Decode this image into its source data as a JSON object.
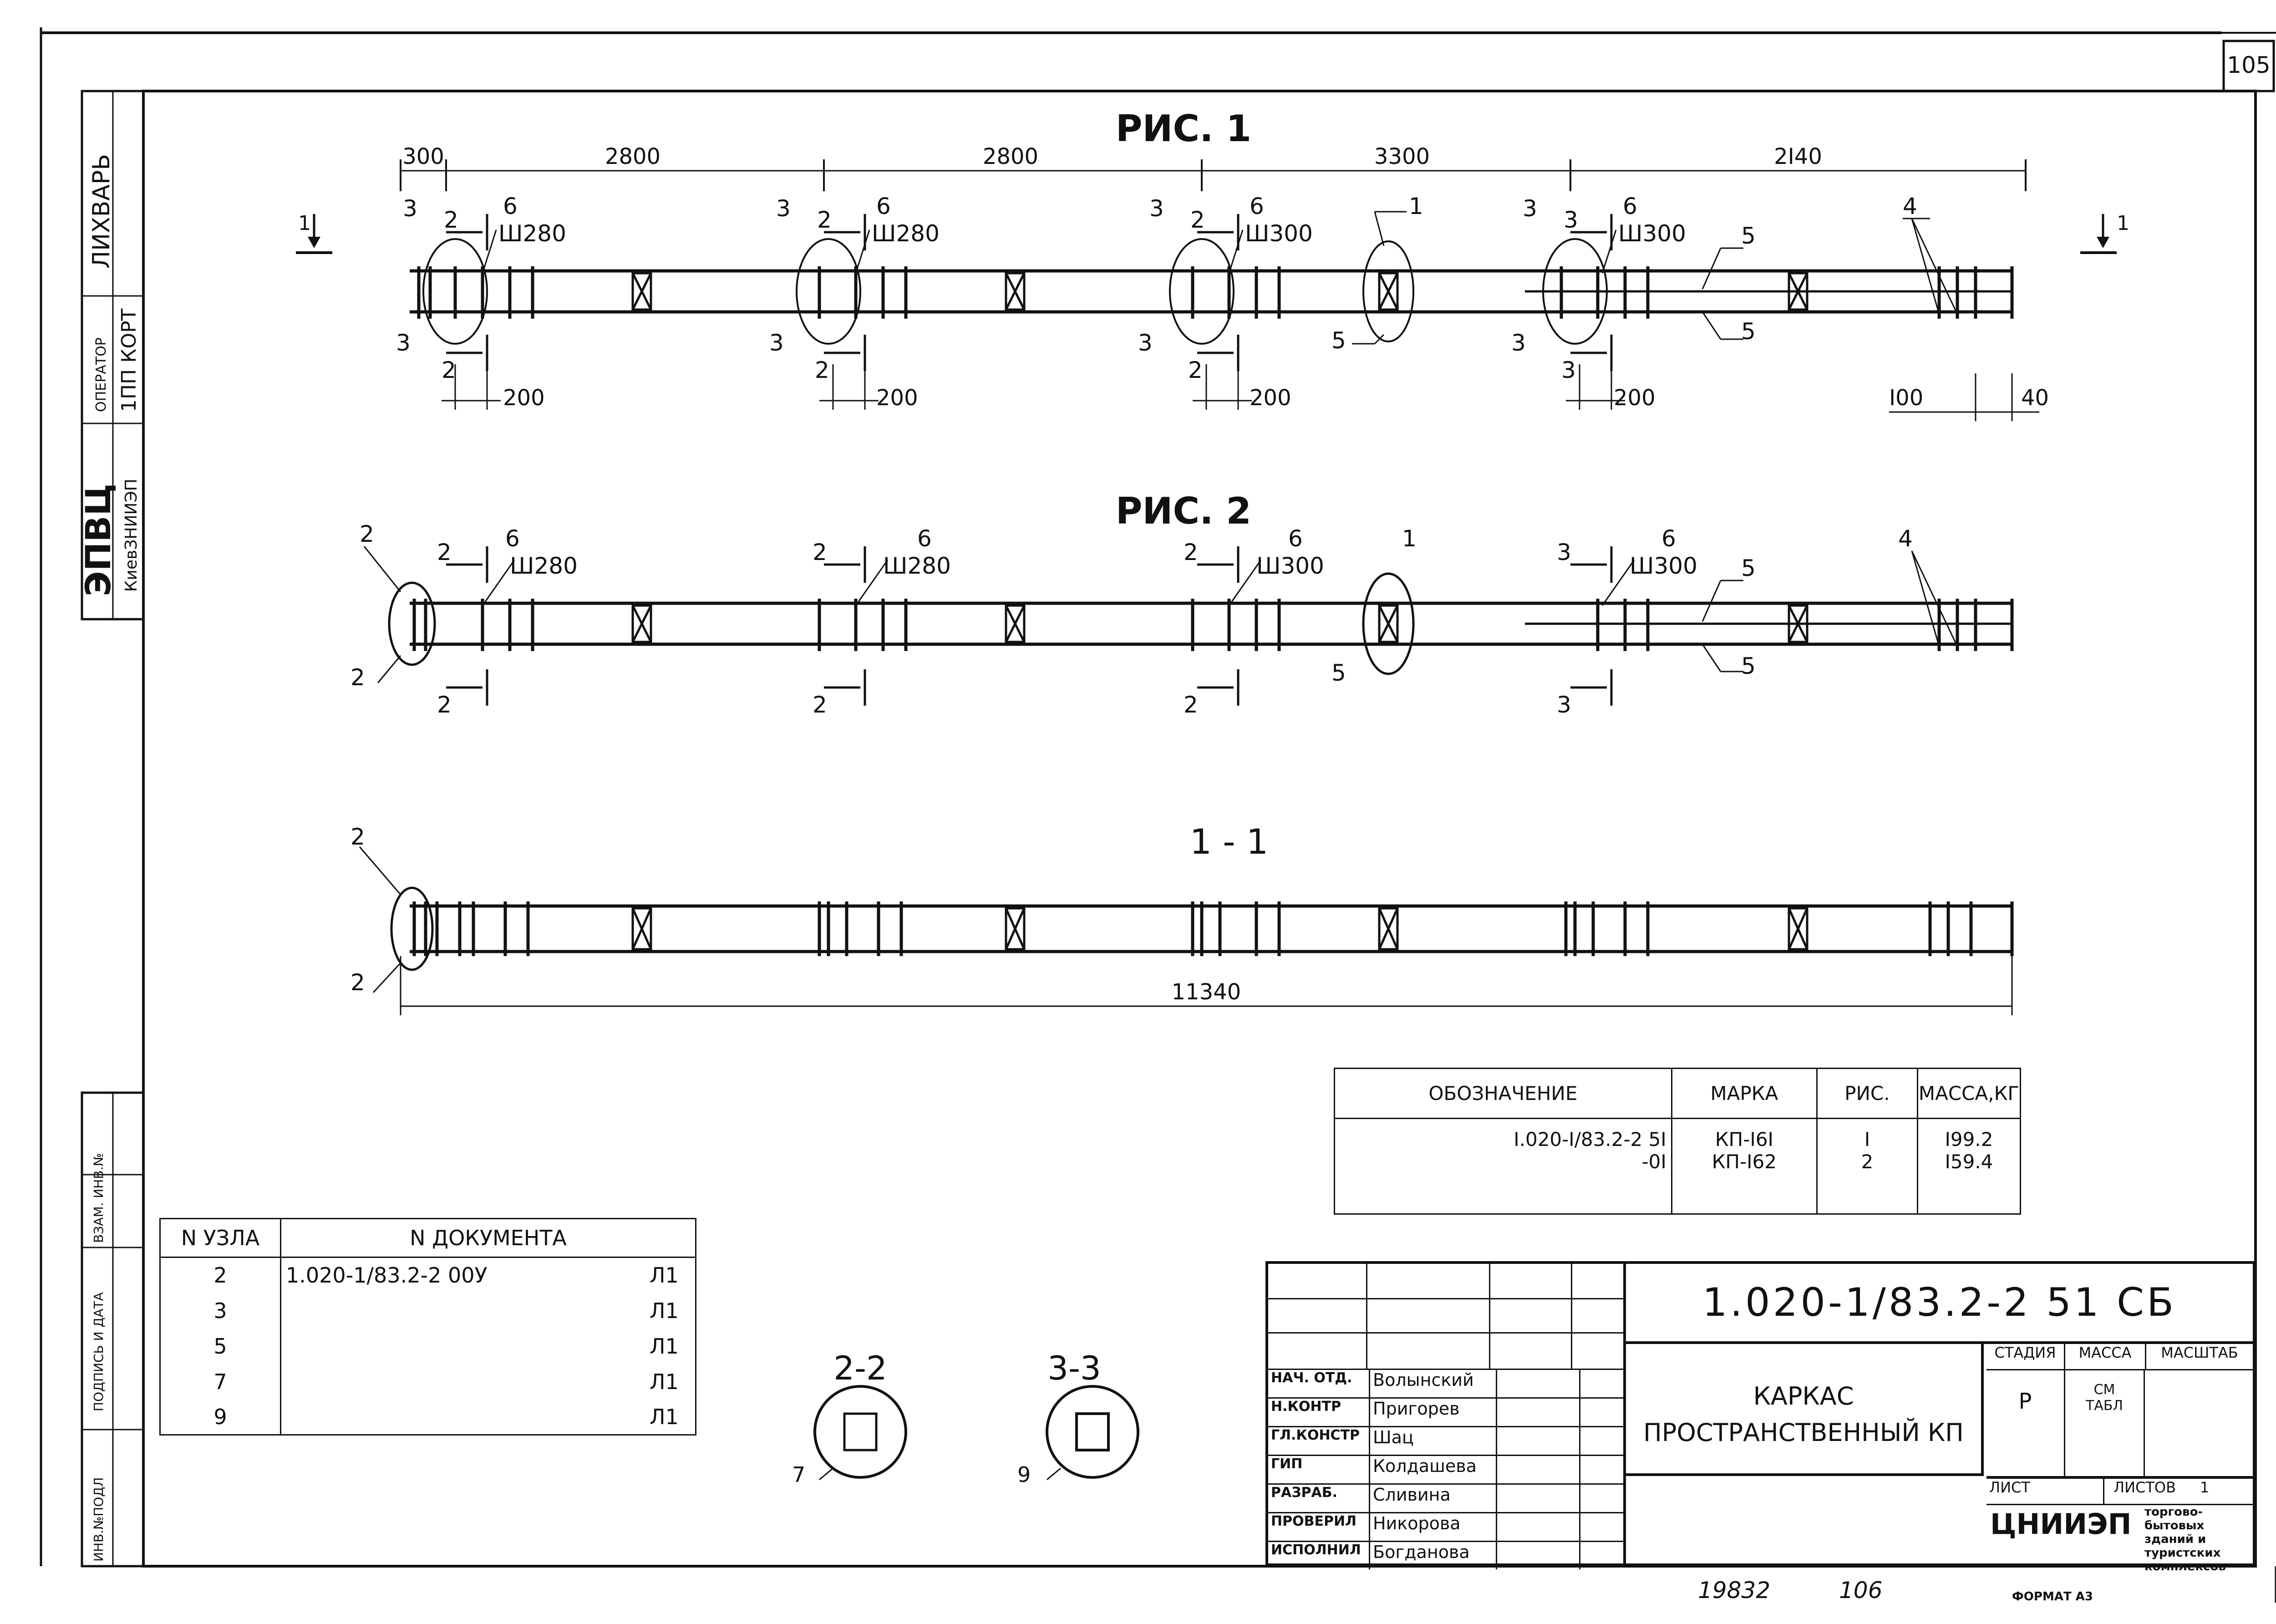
{
  "page_number": "105",
  "side_stamp": {
    "archive_top": "ЛИХВАРЬ",
    "operator_label": "ОПЕРАТОР",
    "operator_value": "1ПП КОРТ",
    "org": "ЭПВЦ",
    "org_sub": "КиевЗНИИЭП"
  },
  "left_fields": [
    "ИНВ.№ПОДЛ",
    "ПОДПИСЬ И ДАТА",
    "ВЗАМ. ИНВ.№"
  ],
  "fig1": {
    "title": "РИС. 1",
    "dims_top": [
      "300",
      "2800",
      "2800",
      "3300",
      "2I40"
    ],
    "dims_bottom": [
      "200",
      "200",
      "200",
      "200",
      "I00",
      "40"
    ],
    "callouts": [
      "3",
      "2",
      "6",
      "Ш280",
      "3",
      "2",
      "6",
      "Ш280",
      "3",
      "2",
      "6",
      "Ш300",
      "1",
      "3",
      "3",
      "6",
      "Ш300",
      "5",
      "4",
      "5",
      "3",
      "2",
      "3",
      "2",
      "3",
      "2",
      "5",
      "3",
      "3"
    ],
    "section_mark": "1"
  },
  "fig2": {
    "title": "РИС. 2",
    "callouts": [
      "2",
      "2",
      "6",
      "Ш280",
      "2",
      "6",
      "Ш280",
      "2",
      "6",
      "Ш300",
      "1",
      "3",
      "6",
      "Ш300",
      "5",
      "4",
      "2",
      "2",
      "2",
      "2",
      "5",
      "3",
      "5"
    ]
  },
  "section11": {
    "title": "1 - 1",
    "dimension": "11340",
    "callouts": [
      "2",
      "2"
    ]
  },
  "spec_table": {
    "headers": [
      "ОБОЗНАЧЕНИЕ",
      "МАРКА",
      "РИС.",
      "МАССА,КГ"
    ],
    "rows": [
      [
        "I.020-I/83.2-2 5I",
        "КП-I6I",
        "I",
        "I99.2"
      ],
      [
        "-0I",
        "КП-I62",
        "2",
        "I59.4"
      ]
    ]
  },
  "nodes_table": {
    "headers": [
      "N УЗЛА",
      "N ДОКУМЕНТА"
    ],
    "rows": [
      [
        "2",
        "1.020-1/83.2-2 00У",
        "Л1"
      ],
      [
        "3",
        "",
        "Л1"
      ],
      [
        "5",
        "",
        "Л1"
      ],
      [
        "7",
        "",
        "Л1"
      ],
      [
        "9",
        "",
        "Л1"
      ]
    ]
  },
  "sections": [
    {
      "title": "2-2",
      "callout": "7"
    },
    {
      "title": "3-3",
      "callout": "9"
    }
  ],
  "title_block": {
    "doc_code": "1.020-1/83.2-2 51 СБ",
    "title": "КАРКАС ПРОСТРАНСТВЕННЫЙ КП",
    "stage_label": "СТАДИЯ",
    "mass_label": "МАССА",
    "scale_label": "МАСШТАБ",
    "stage_value": "Р",
    "mass_value": "СМ ТАБЛ",
    "sheet_label": "ЛИСТ",
    "sheets_label": "ЛИСТОВ",
    "sheets_value": "1",
    "org": "ЦНИИЭП",
    "org_sub": "торгово-бытовых зданий и туристских комплексов",
    "staff": [
      {
        "role": "НАЧ. ОТД.",
        "name": "Волынский"
      },
      {
        "role": "Н.КОНТР",
        "name": "Пригорев"
      },
      {
        "role": "ГЛ.КОНСТР",
        "name": "Шац"
      },
      {
        "role": "ГИП",
        "name": "Колдашева"
      },
      {
        "role": "РАЗРАБ.",
        "name": "Сливина"
      },
      {
        "role": "ПРОВЕРИЛ",
        "name": "Никорова"
      },
      {
        "role": "ИСПОЛНИЛ",
        "name": "Богданова"
      }
    ]
  },
  "footer": {
    "handwritten_left": "19832",
    "handwritten_right": "106",
    "format": "ФОРМАТ А3"
  }
}
